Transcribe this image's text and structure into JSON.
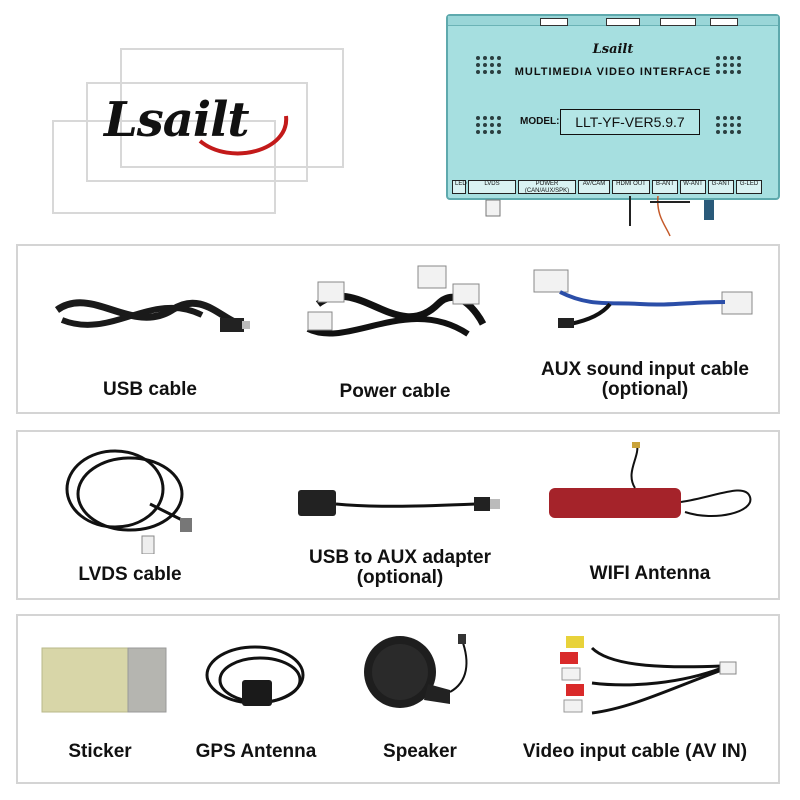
{
  "logo": {
    "text": "Lsailt"
  },
  "device": {
    "brand": "Lsailt",
    "title": "MULTIMEDIA VIDEO INTERFACE",
    "model_label": "MODEL:",
    "model_value": "LLT-YF-VER5.9.7",
    "ports": [
      "LED",
      "LVDS",
      "POWER (CAN/AUX/SPK)",
      "AV/CAM",
      "HDMI OUT",
      "B-ANT",
      "W-ANT",
      "G-ANT",
      "G-LED"
    ],
    "colors": {
      "body": "#a6dfe0",
      "edge": "#5ea9ad"
    }
  },
  "items": {
    "usb_cable": "USB cable",
    "power_cable": "Power cable",
    "aux_cable_line1": "AUX sound input cable",
    "aux_cable_line2": "(optional)",
    "lvds_cable": "LVDS cable",
    "usb_aux_line1": "USB to AUX adapter",
    "usb_aux_line2": "(optional)",
    "wifi_antenna": "WIFI Antenna",
    "sticker": "Sticker",
    "gps_antenna": "GPS Antenna",
    "speaker": "Speaker",
    "video_input": "Video input cable (AV IN)"
  }
}
